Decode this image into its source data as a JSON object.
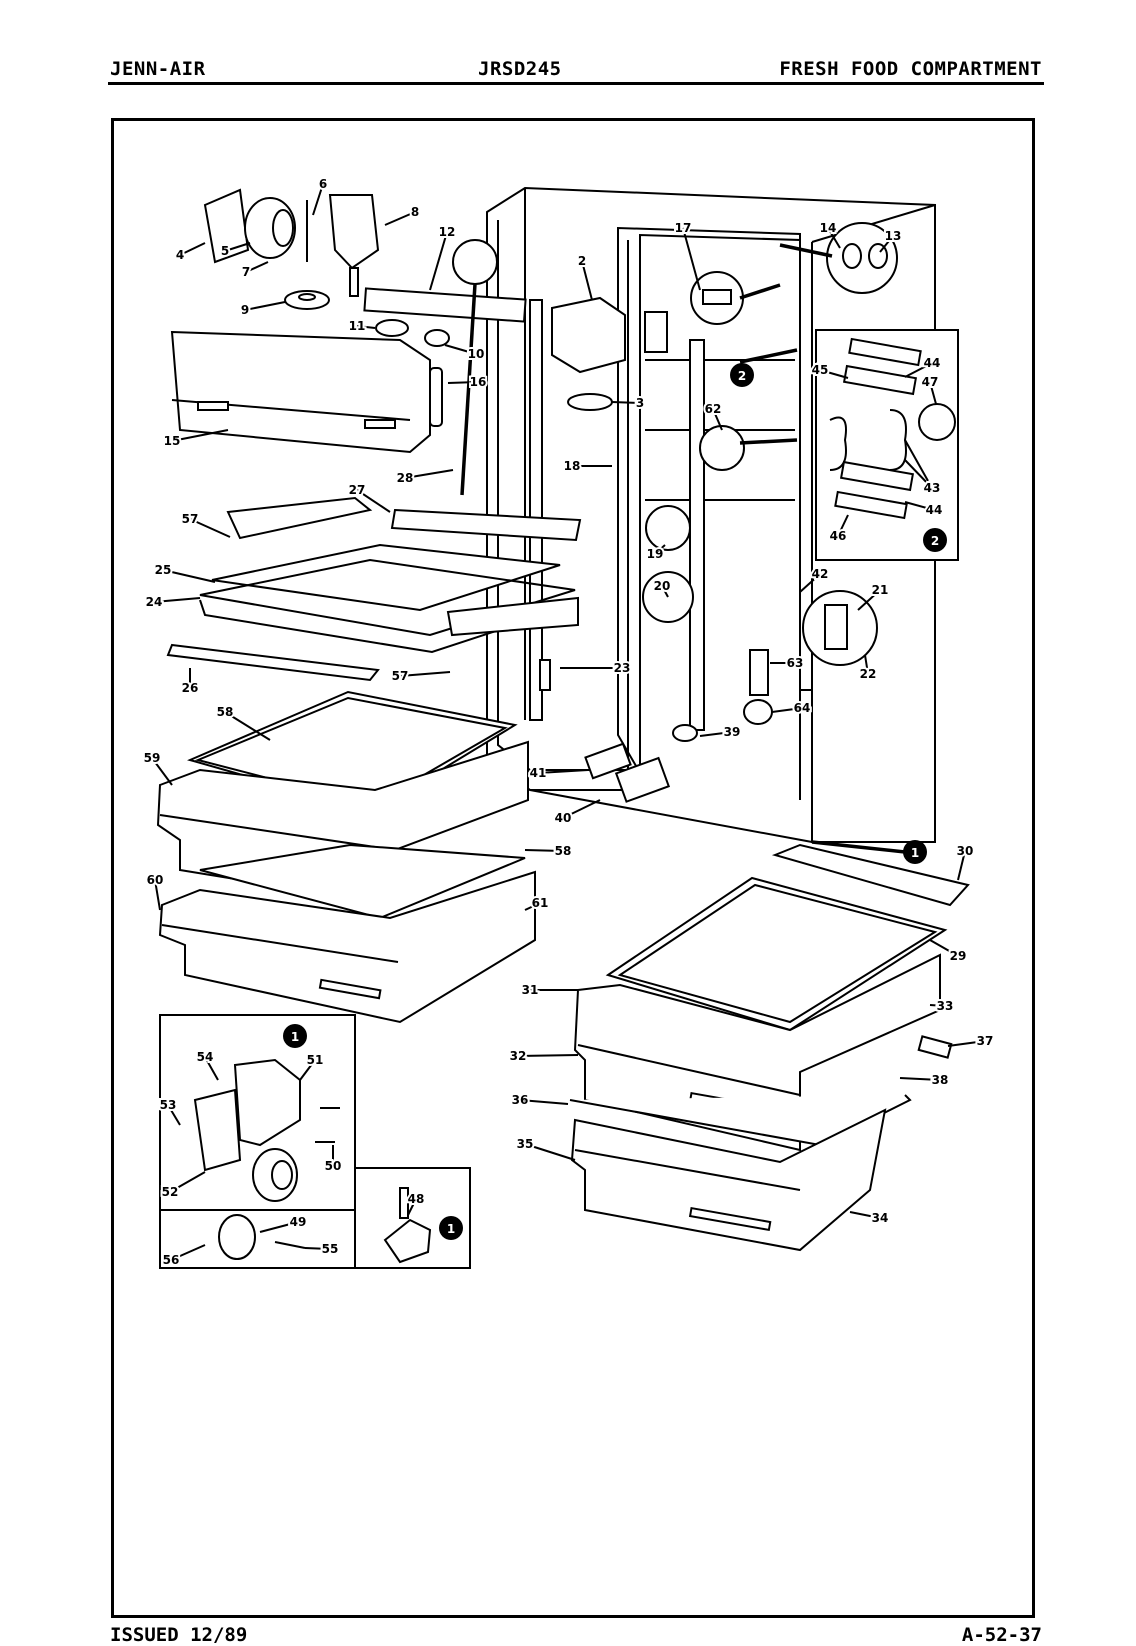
{
  "header": {
    "brand": "JENN-AIR",
    "model": "JRSD245",
    "section": "FRESH FOOD COMPARTMENT"
  },
  "footer": {
    "issued": "ISSUED 12/89",
    "page_code": "A-52-37"
  },
  "callouts": {
    "detail_1": "1",
    "detail_2": "2"
  },
  "part_numbers": [
    "2",
    "3",
    "4",
    "5",
    "6",
    "7",
    "8",
    "9",
    "10",
    "11",
    "12",
    "13",
    "14",
    "15",
    "16",
    "17",
    "18",
    "19",
    "20",
    "21",
    "22",
    "23",
    "24",
    "25",
    "26",
    "27",
    "28",
    "29",
    "30",
    "31",
    "32",
    "33",
    "34",
    "35",
    "36",
    "37",
    "38",
    "39",
    "40",
    "41",
    "42",
    "43",
    "44",
    "45",
    "46",
    "47",
    "48",
    "49",
    "50",
    "51",
    "52",
    "53",
    "54",
    "55",
    "56",
    "57",
    "58",
    "59",
    "60",
    "61",
    "62",
    "63",
    "64"
  ]
}
